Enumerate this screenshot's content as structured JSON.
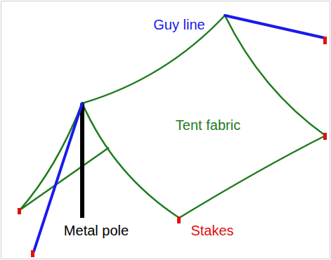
{
  "diagram": {
    "labels": [
      "Guy line",
      "Tent fabric",
      "Metal pole",
      "Stakes"
    ]
  }
}
